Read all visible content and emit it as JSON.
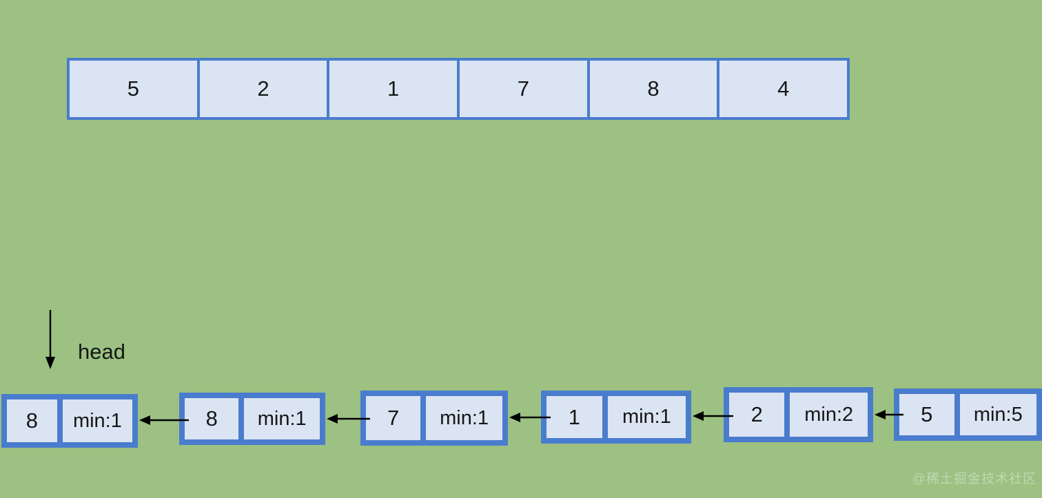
{
  "colors": {
    "background": "#9cc182",
    "node_border": "#4a7ccd",
    "cell_fill": "#dbe4f3",
    "text": "#161616",
    "arrow": "#000000"
  },
  "array": {
    "values": [
      "5",
      "2",
      "1",
      "7",
      "8",
      "4"
    ]
  },
  "head": {
    "label": "head"
  },
  "linked_list": {
    "direction": "arrows-point-left",
    "nodes": [
      {
        "value": "8",
        "min": "min:1"
      },
      {
        "value": "8",
        "min": "min:1"
      },
      {
        "value": "7",
        "min": "min:1"
      },
      {
        "value": "1",
        "min": "min:1"
      },
      {
        "value": "2",
        "min": "min:2"
      },
      {
        "value": "5",
        "min": "min:5"
      }
    ]
  },
  "watermark": {
    "text": "@稀土掘金技术社区"
  }
}
